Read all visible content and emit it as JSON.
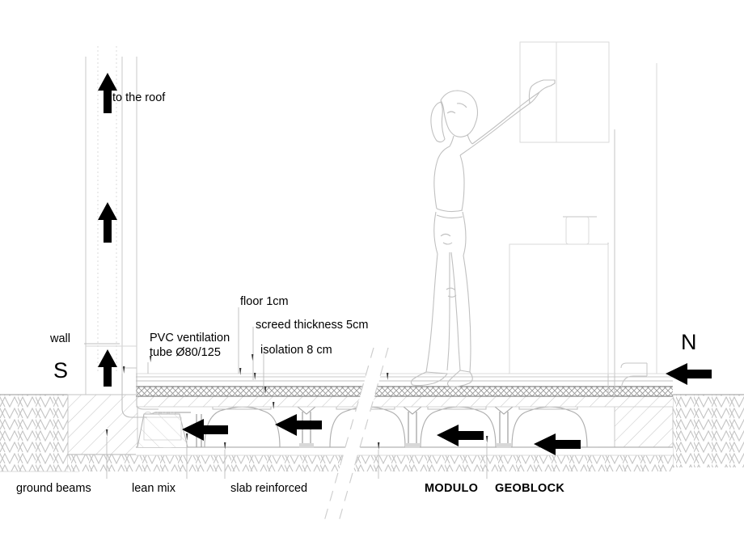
{
  "diagram": {
    "title": "Ventilated crawl-space floor cross section",
    "type": "architectural-section",
    "background_color": "#ffffff",
    "line_color": "#000000",
    "thin_line_color": "#b9b9b9",
    "hatch_color": "#c9c9c9"
  },
  "compass": {
    "south_label": "S",
    "north_label": "N"
  },
  "callouts": {
    "to_the_roof": "to the roof",
    "wall": "wall",
    "pvc_tube_line1": "PVC ventilation",
    "pvc_tube_line2": "tube Ø80/125",
    "floor": "floor 1cm",
    "screed": "screed thickness 5cm",
    "isolation": "isolation 8 cm",
    "ground_beams": "ground beams",
    "lean_mix": "lean mix",
    "slab_reinforced": "slab reinforced"
  },
  "products": {
    "modulo": "MODULO",
    "geoblock": "GEOBLOCK"
  },
  "airflow": {
    "up_arrow_count": 3,
    "left_arrow_count": 5,
    "up_arrow_label": "airflow-up-arrow",
    "left_arrow_label": "airflow-left-arrow",
    "intake_arrow_label": "air-intake-arrow"
  },
  "figure": {
    "name": "standing-person-reaching-upper-cabinet"
  },
  "layers": [
    {
      "name": "floor",
      "thickness_cm": 1
    },
    {
      "name": "screed",
      "thickness_cm": 5
    },
    {
      "name": "isolation",
      "thickness_cm": 8
    }
  ],
  "components": [
    "PVC ventilation tube Ø80/125",
    "ground beams",
    "lean mix",
    "slab reinforced",
    "MODULO",
    "GEOBLOCK"
  ]
}
